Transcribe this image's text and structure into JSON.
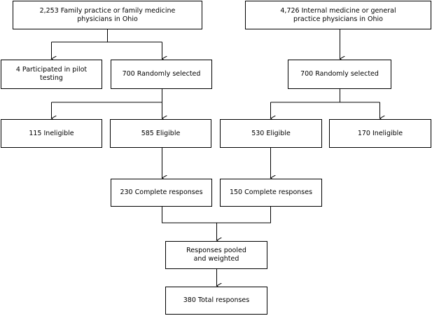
{
  "nodes": {
    "fp_population": "2,253 Family practice or family medicine\nphysicians in Ohio",
    "im_population": "4,726 Internal medicine or general\npractice physicians in Ohio",
    "pilot": "4 Participated in pilot testing",
    "fp_selected": "700 Randomly selected",
    "im_selected": "700 Randomly selected",
    "fp_ineligible": "115 Ineligible",
    "fp_eligible": "585 Eligible",
    "im_eligible": "530 Eligible",
    "im_ineligible": "170 Ineligible",
    "fp_complete": "230 Complete responses",
    "im_complete": "150 Complete responses",
    "pooled": "Responses pooled\nand weighted",
    "total": "380 Total responses"
  }
}
